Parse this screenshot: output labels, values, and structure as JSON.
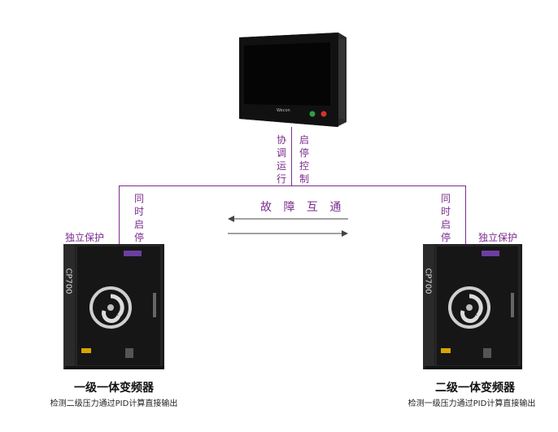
{
  "hmi": {
    "brand": "Wecon"
  },
  "center_labels": {
    "coordinate": "协调运行",
    "start_stop_control": "启停控制"
  },
  "fault_interconnect": "故 障 互 通",
  "left_unit": {
    "sync_label": "同时启停",
    "protect_label": "独立保护",
    "model_text": "CP700",
    "title": "一级一体变频器",
    "subtitle": "检测二级压力通过PID计算直接输出"
  },
  "right_unit": {
    "sync_label": "同时启停",
    "protect_label": "独立保护",
    "model_text": "CP700",
    "title": "二级一体变频器",
    "subtitle": "检测一级压力通过PID计算直接输出"
  },
  "colors": {
    "accent": "#7b2d8e",
    "cabinet": "#1d1d1d",
    "panel": "#0c0c0c"
  }
}
